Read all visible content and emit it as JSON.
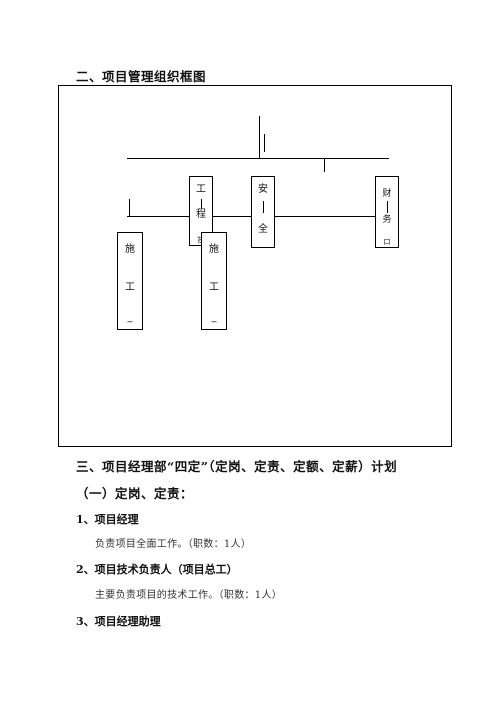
{
  "section2": {
    "title": "二、项目管理组织框图"
  },
  "org_chart": {
    "box_gong": {
      "chars": [
        "工",
        "程",
        "技"
      ]
    },
    "box_an": {
      "chars": [
        "安",
        "全"
      ]
    },
    "box_cai": {
      "chars": [
        "财",
        "务",
        "口"
      ]
    },
    "box_shi1": {
      "chars": [
        "施",
        "工",
        "_"
      ]
    },
    "box_shi2": {
      "chars": [
        "施",
        "工",
        "_"
      ]
    }
  },
  "section3": {
    "title": "三、项目经理部“四定”（定岗、定责、定额、定薪）计划",
    "subtitle": "（一）定岗、定责：",
    "items": [
      {
        "heading": "1、项目经理",
        "desc": "负责项目全面工作。（职数：1人）"
      },
      {
        "heading": "2、项目技术负责人（项目总工）",
        "desc": "主要负责项目的技术工作。（职数：1人）"
      },
      {
        "heading": "3、项目经理助理"
      }
    ]
  }
}
